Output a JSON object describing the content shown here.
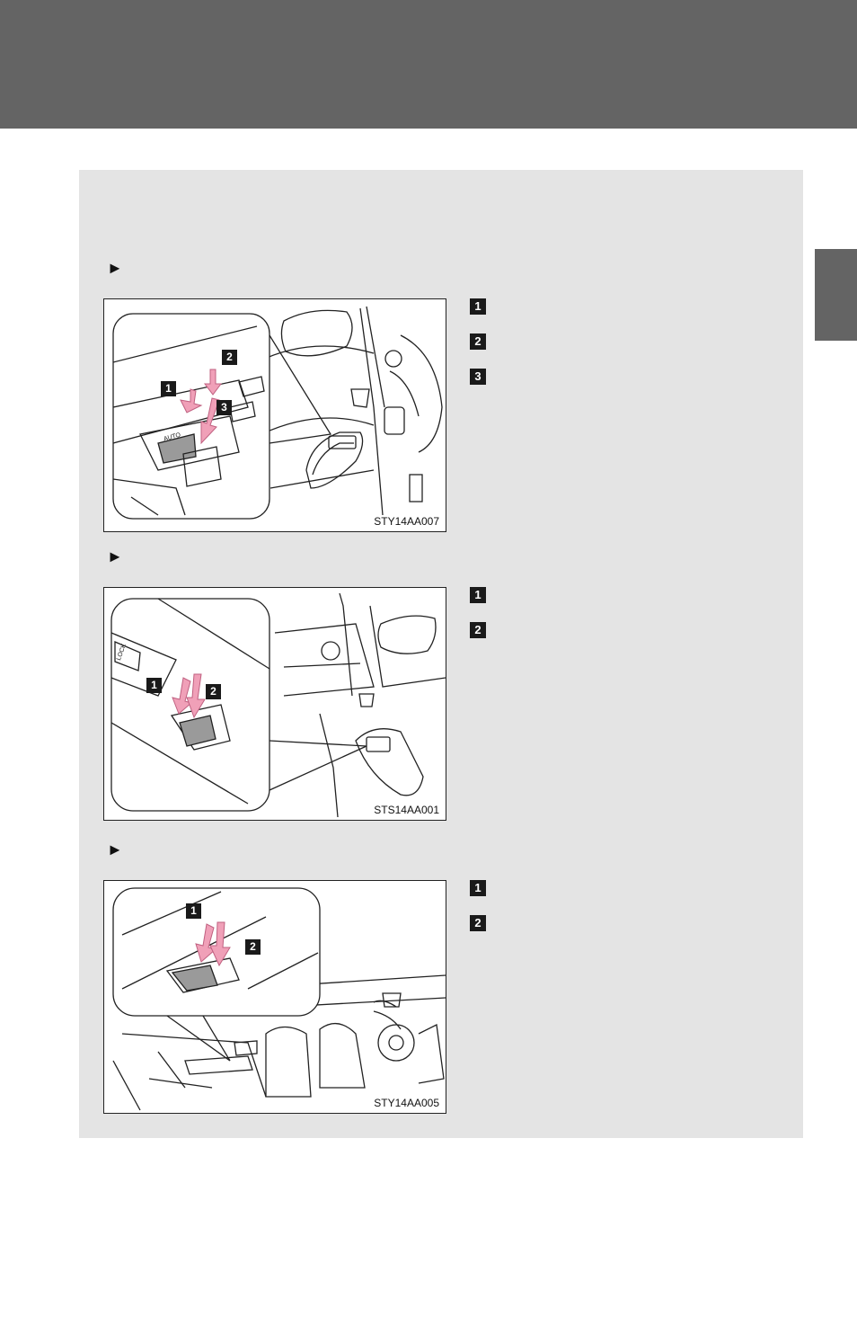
{
  "icons": {
    "section_marker": "right-triangle-icon"
  },
  "sections": [
    {
      "marker": "►",
      "figure_code": "STY14AA007",
      "callouts": [
        "1",
        "2",
        "3"
      ],
      "step_badges": [
        "1",
        "2",
        "3"
      ],
      "switch_label": "AUTO"
    },
    {
      "marker": "►",
      "figure_code": "STS14AA001",
      "callouts": [
        "1",
        "2"
      ],
      "step_badges": [
        "1",
        "2"
      ],
      "switch_label": "LOCK"
    },
    {
      "marker": "►",
      "figure_code": "STY14AA005",
      "callouts": [
        "1",
        "2"
      ],
      "step_badges": [
        "1",
        "2"
      ]
    }
  ]
}
